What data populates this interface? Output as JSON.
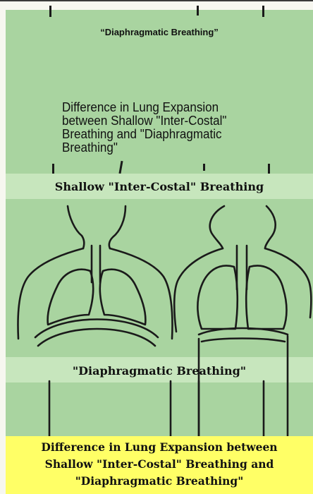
{
  "diagram": {
    "scan_heading": "“Diaphragmatic Breathing”",
    "scan_caption_lines": [
      "Difference in Lung Expansion",
      "between Shallow \"Inter-Costal\"",
      "Breathing and \"Diaphragmatic",
      "Breathing\""
    ],
    "shallow_title": "Shallow \"Inter-Costal\" Breathing",
    "diaphragmatic_title": "\"Diaphragmatic Breathing\"",
    "footer_lines": [
      "Difference in Lung Expansion between",
      "Shallow \"Inter-Costal\" Breathing and",
      "\"Diaphragmatic Breathing\""
    ]
  },
  "colors": {
    "panel_green": "#a9d4a0",
    "band_green": "#c7e6bd",
    "footer_yellow": "#ffff66",
    "line_ink": "#1a1a1a"
  }
}
